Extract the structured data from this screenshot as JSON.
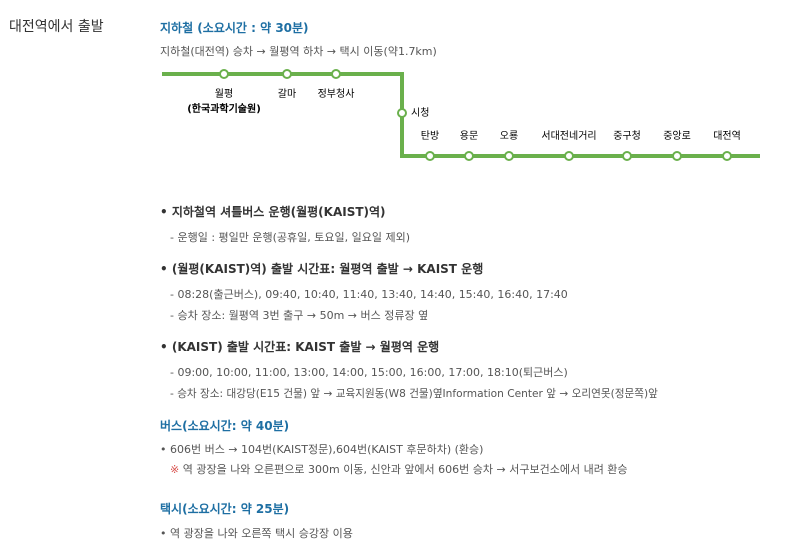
{
  "page": {
    "side_title": "대전역에서 출발"
  },
  "colors": {
    "route_line": "#6ab04c",
    "section_title": "#1e6fa3",
    "highlight_green": "#4e9a32",
    "note_mark": "#d9534f"
  },
  "subway": {
    "title": "지하철 (소요시간 : 약 30분)",
    "description": "지하철(대전역) 승차 → 월평역 하차 → 택시 이동(약1.7km)",
    "upper_stations": [
      {
        "name": "월평",
        "sub": "(한국과학기술원)"
      },
      {
        "name": "갈마"
      },
      {
        "name": "정부청사"
      }
    ],
    "mid_station": {
      "name": "시청"
    },
    "lower_stations": [
      {
        "name": "탄방"
      },
      {
        "name": "용문"
      },
      {
        "name": "오룡"
      },
      {
        "name": "서대전네거리"
      },
      {
        "name": "중구청"
      },
      {
        "name": "중앙로"
      },
      {
        "name": "대전역"
      }
    ]
  },
  "shuttle": {
    "heading": "• 지하철역 셔틀버스 운행(월평(KAIST)역)",
    "schedule": "- 운행일 : 평일만 운행(공휴일, 토요일, 일요일 제외)",
    "wolpyeong": {
      "heading": "• (월평(KAIST)역) 출발 시간표: 월평역 출발 → KAIST 운행",
      "times": "- 08:28(출근버스), 09:40, 10:40, 11:40, 13:40, 14:40, 15:40, 16:40, 17:40",
      "place": "- 승차 장소: 월평역 3번 출구 → 50m → 버스 정류장 옆"
    },
    "kaist": {
      "heading": "• (KAIST) 출발 시간표: KAIST 출발 → 월평역 운행",
      "times": "- 09:00, 10:00, 11:00, 13:00, 14:00, 15:00, 16:00, 17:00, 18:10(퇴근버스)",
      "place": "- 승차 장소: 대강당(E15 건물) 앞 → 교육지원동(W8 건물)옆Information Center 앞 → 오리연못(정문쪽)앞"
    }
  },
  "bus": {
    "title": "버스(소요시간: 약 40분)",
    "line1": "• 606번 버스 → 104번(KAIST정문),604번(KAIST 후문하차) (환승)",
    "note_mark": "※",
    "note": "역 광장을 나와 오른편으로 300m 이동, 신안과 앞에서 606번 승차 → 서구보건소에서 내려 환승"
  },
  "taxi": {
    "title": "택시(소요시간: 약 25분)",
    "line1": "• 역 광장을 나와 오른쪽 택시 승강장 이용"
  }
}
